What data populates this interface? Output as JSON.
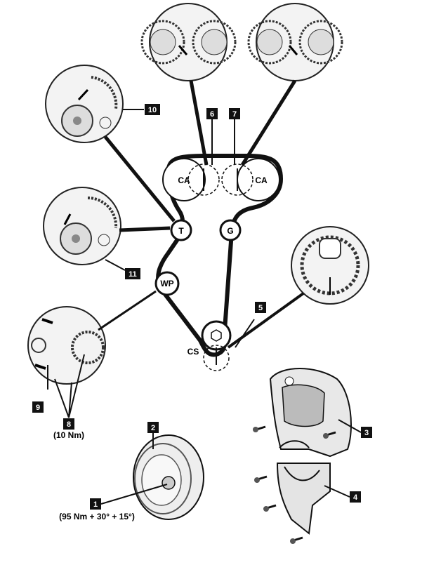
{
  "pulleys": {
    "camshaft_left": "CA",
    "camshaft_right": "CA",
    "tensioner": "T",
    "idler": "G",
    "water_pump": "WP",
    "crankshaft": "CS"
  },
  "callouts": {
    "c1": "1",
    "c2": "2",
    "c3": "3",
    "c4": "4",
    "c5": "5",
    "c6": "6",
    "c7": "7",
    "c8": "8",
    "c9": "9",
    "c10": "10",
    "c11": "11"
  },
  "torques": {
    "crank_bolt": "(95 Nm + 30° + 15°)",
    "tensioner_bolts": "(10 Nm)"
  }
}
